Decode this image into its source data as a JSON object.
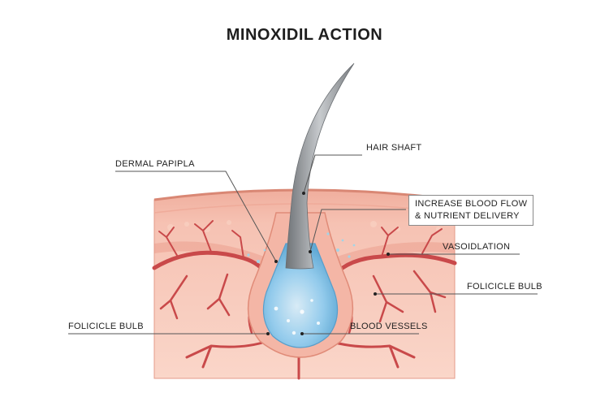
{
  "title": "MINOXIDIL ACTION",
  "labels": {
    "dermal_papilla": "DERMAL PAPIPLA",
    "hair_shaft": "HAIR SHAFT",
    "increase_flow_line1": "INCREASE BLOOD FLOW",
    "increase_flow_line2": "& NUTRIENT DELIVERY",
    "vasodilation": "VASOIDLATION",
    "folicicle_bulb_right": "FOLICICLE BULB",
    "folicicle_bulb_left": "FOLICICLE BULB",
    "blood_vessels": "BLOOD VESSELS"
  },
  "colors": {
    "skin_surface": "#f3b8a8",
    "skin_deep": "#f8cdbf",
    "vessel": "#c9494a",
    "follicle_fluid": "#7fc4ea",
    "hair": "#8f9397",
    "leader_line": "#555555"
  }
}
